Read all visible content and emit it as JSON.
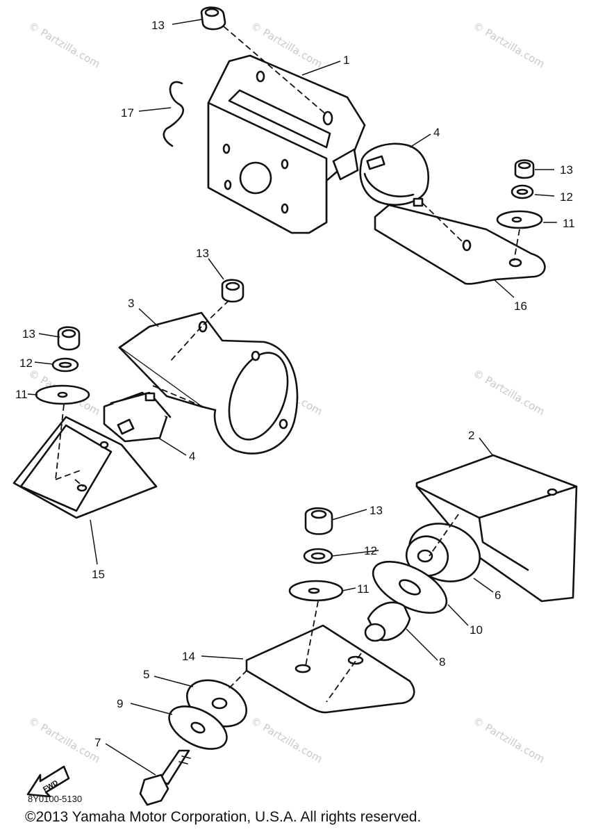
{
  "diagram": {
    "callouts": [
      "1",
      "2",
      "3",
      "4",
      "4",
      "5",
      "6",
      "7",
      "8",
      "9",
      "10",
      "11",
      "11",
      "11",
      "12",
      "12",
      "12",
      "13",
      "13",
      "13",
      "13",
      "13",
      "14",
      "15",
      "16",
      "17"
    ],
    "watermark": "© Partzilla.com",
    "fwd_label": "FWD",
    "drawing_code": "8Y0100-5130",
    "copyright": "©2013 Yamaha Motor Corporation, U.S.A. All rights reserved."
  }
}
